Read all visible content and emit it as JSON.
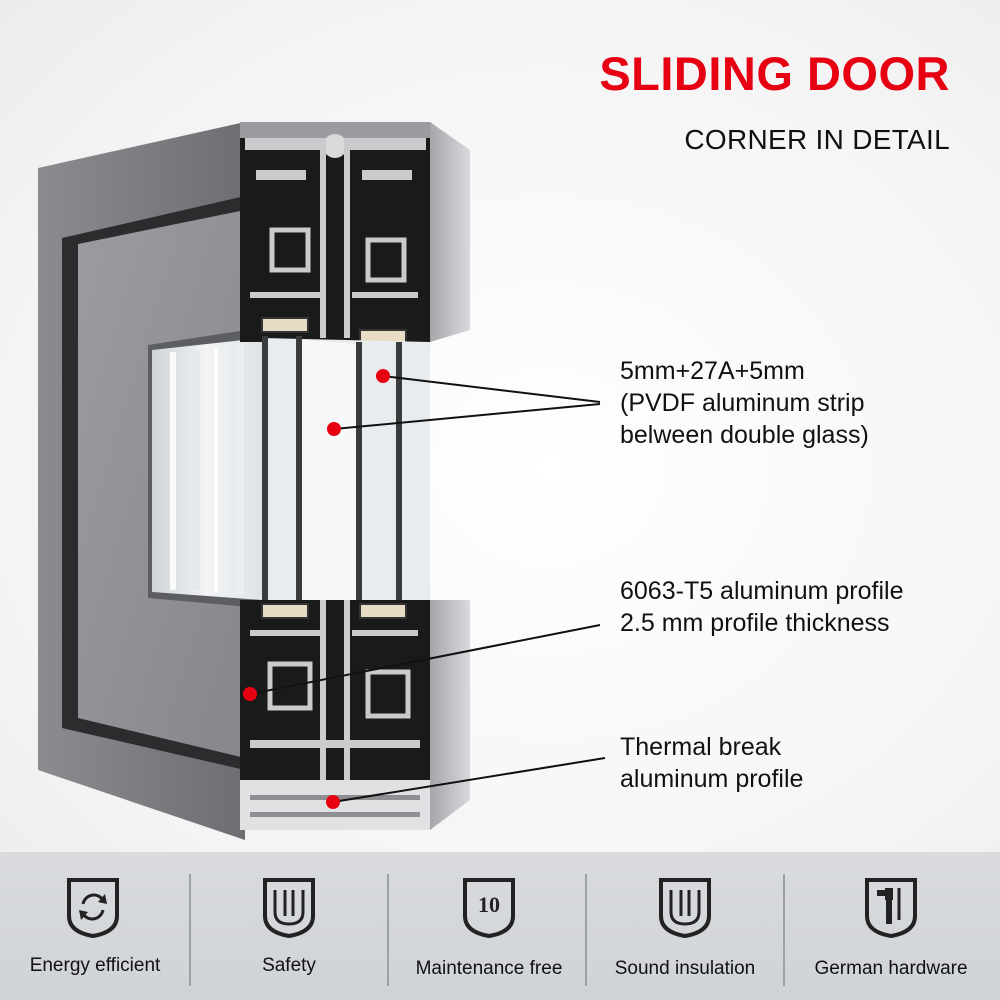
{
  "header": {
    "title": "SLIDING DOOR",
    "subtitle": "CORNER IN DETAIL"
  },
  "annotations": {
    "glass": [
      "5mm+27A+5mm",
      "(PVDF aluminum strip",
      "belween double glass)"
    ],
    "profile": [
      "6063-T5 aluminum profile",
      "2.5 mm profile thickness"
    ],
    "thermal": [
      "Thermal break",
      "aluminum profile"
    ]
  },
  "features": [
    {
      "label": "Energy efficient",
      "icon": "energy-cycle-icon"
    },
    {
      "label": "Safety",
      "icon": "safety-shield-icon"
    },
    {
      "label": "Maintenance free",
      "icon": "maintenance-10-icon"
    },
    {
      "label": "Sound insulation",
      "icon": "sound-shield-icon"
    },
    {
      "label": "German hardware",
      "icon": "hardware-handle-icon"
    }
  ],
  "colors": {
    "title": "#e60012",
    "marker": "#e60012",
    "frame": "#6f7175",
    "panel": "#8d8f93",
    "footer": "#d5d7db"
  }
}
